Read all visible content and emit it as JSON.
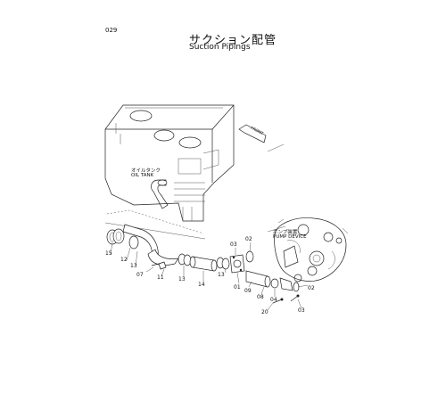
{
  "page_number": "029",
  "title_jp": "サクション配管",
  "title_en": "Suction Pipings",
  "front_marker": "FRONT",
  "labels": {
    "oil_tank_jp": "オイルタンク",
    "oil_tank_en": "OIL TANK",
    "pump_device_jp": "ポンプ装置",
    "pump_device_en": "PUMP DEVICE"
  },
  "part_numbers": {
    "p15": "15",
    "p12": "12",
    "p13a": "13",
    "p07": "07",
    "p11": "11",
    "p13b": "13",
    "p14": "14",
    "p13c": "13",
    "p03a": "03",
    "p02a": "02",
    "p01": "01",
    "p09": "09",
    "p08": "08",
    "p04": "04",
    "p02b": "02",
    "p20": "20",
    "p03b": "03"
  }
}
